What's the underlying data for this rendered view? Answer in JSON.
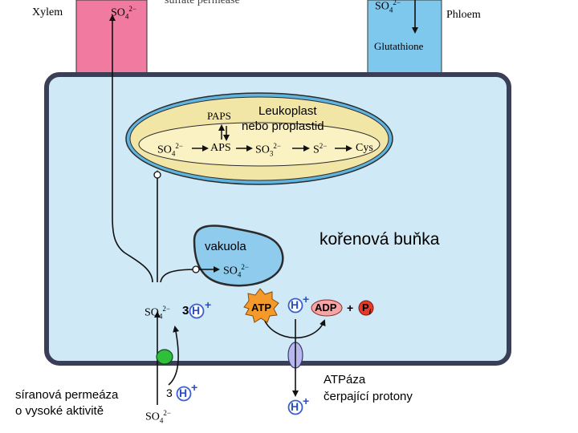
{
  "labels": {
    "xylem": "Xylem",
    "phloem": "Phloem",
    "sulfate_permease_top": "sulfate permease",
    "glutathione": "Glutathione",
    "leukoplast": "Leukoplast",
    "proplastid": "nebo proplastid",
    "vacuole": "vakuola",
    "root_cell": "kořenová buňka",
    "permease_line1": "síranová permeáza",
    "permease_line2": "o vysoké aktivitě",
    "atpase_line1": "ATPáza",
    "atpase_line2": "čerpající protony"
  },
  "pathway": {
    "paps": "PAPS",
    "so4": "SO",
    "so4_sub": "4",
    "so4_sup": "2−",
    "aps": "APS",
    "so3": "SO",
    "so3_sub": "3",
    "so3_sup": "2−",
    "s": "S",
    "s_sup": "2−",
    "cys": "Cys"
  },
  "proton": {
    "h": "H",
    "plus": "+",
    "coeff": "3"
  },
  "atp_cycle": {
    "atp": "ATP",
    "adp": "ADP",
    "plus": "+",
    "pi": "P",
    "pi_sub": "i"
  },
  "colors": {
    "xylem": "#f07aa0",
    "phloem": "#7ec8ee",
    "cell_fill": "#cfe9f6",
    "cell_border": "#3a3f57",
    "plastid_outer": "#f2e6a6",
    "plastid_inner": "#fbf2c4",
    "vacuole": "#8fcbed",
    "permease": "#2fbf3a",
    "atpase": "#b8b8ee",
    "proton_circle": "#3a5fd0",
    "atp_burst": "#f39a2a",
    "pi_circle": "#e43b2a"
  }
}
